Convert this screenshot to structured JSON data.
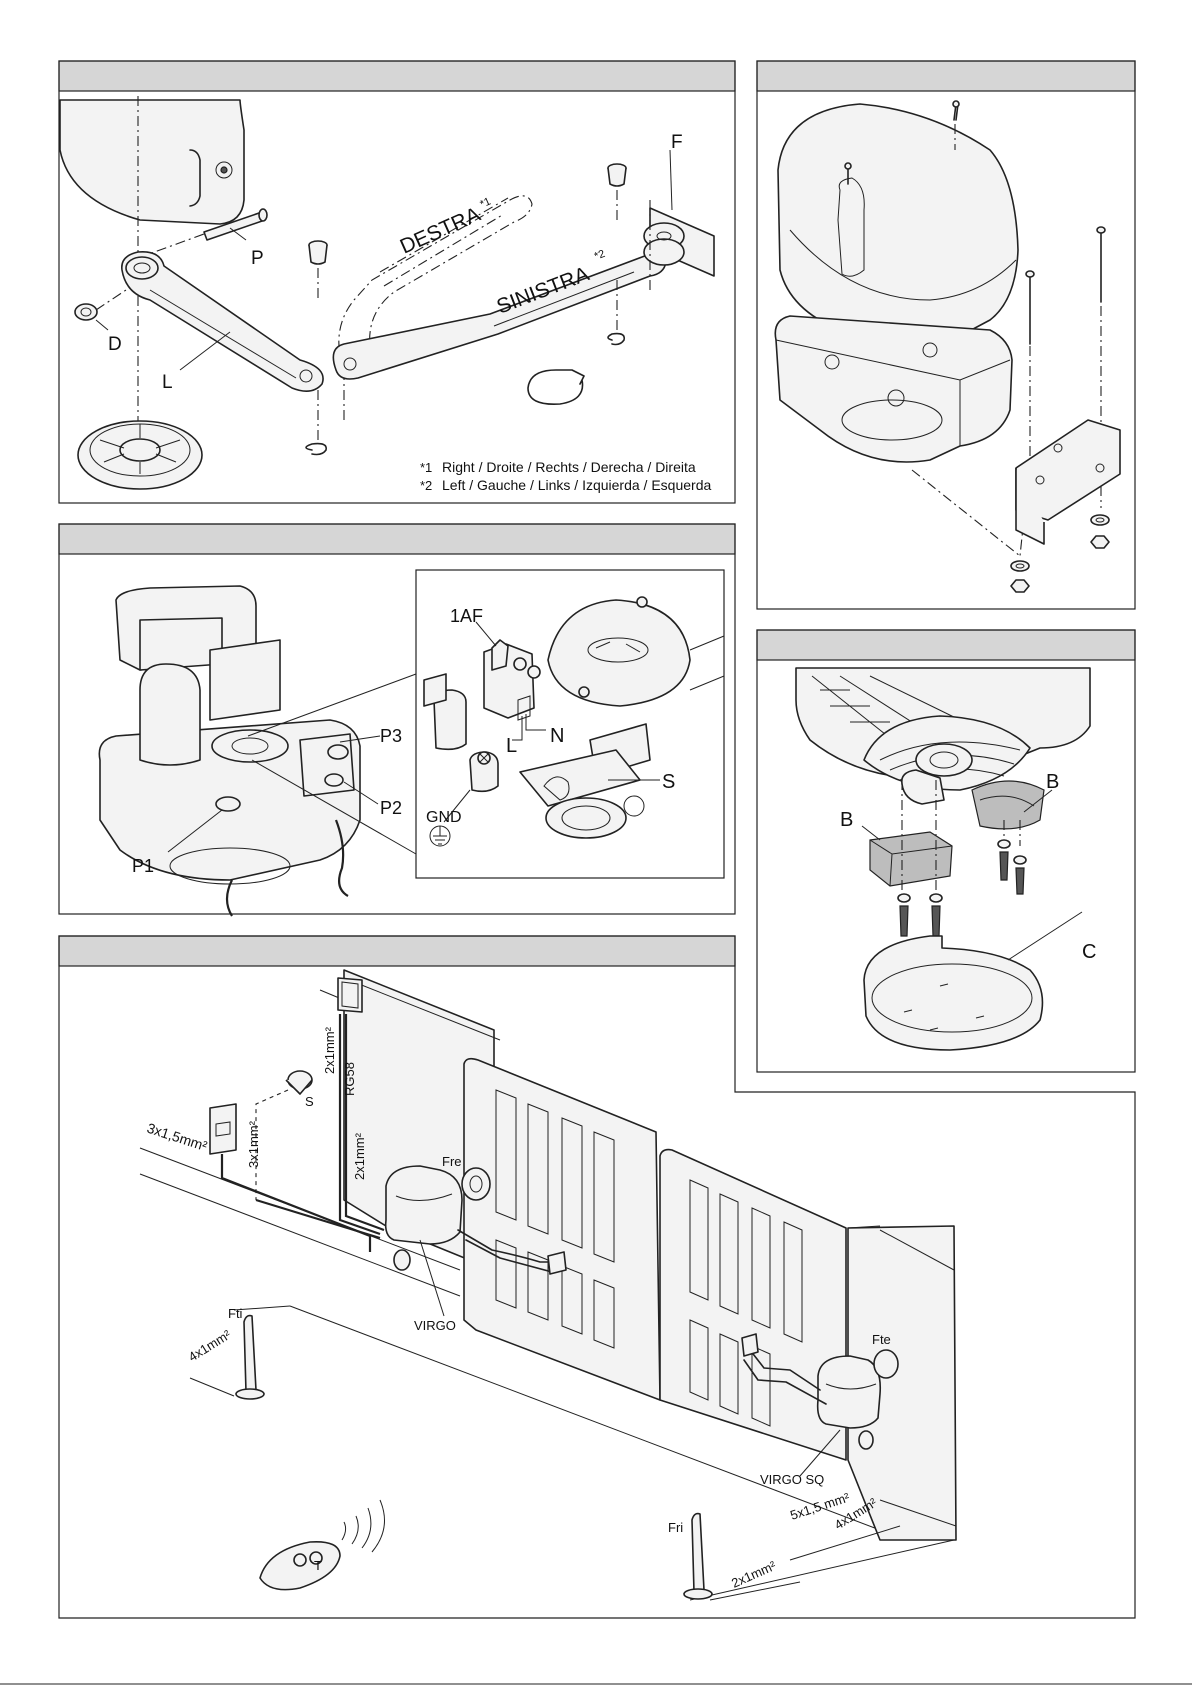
{
  "panel1": {
    "labels": {
      "P": "P",
      "F": "F",
      "D": "D",
      "L": "L",
      "destra": "DESTRA",
      "destra_mark": "*1",
      "sinistra": "SINISTRA",
      "sinistra_mark": "*2"
    },
    "legend": [
      {
        "mark": "*1",
        "text": "Right / Droite / Rechts / Derecha / Direita"
      },
      {
        "mark": "*2",
        "text": "Left / Gauche / Links / Izquierda / Esquerda"
      }
    ]
  },
  "panel3": {
    "labels": {
      "p1": "P1",
      "p2": "P2",
      "p3": "P3",
      "af": "1AF",
      "n": "N",
      "l": "L",
      "s": "S",
      "gnd": "GND"
    }
  },
  "panel4": {
    "labels": {
      "b1": "B",
      "b2": "B",
      "c": "C"
    }
  },
  "panel5": {
    "labels": {
      "s": "S",
      "rg58": "RG58",
      "cable_2x1_top": "2x1mm²",
      "cable_3x1_5": "3x1,5mm²",
      "cable_3x1": "3x1mm²",
      "cable_2x1_mid": "2x1mm²",
      "fre": "Fre",
      "virgo": "VIRGO",
      "fti": "Fti",
      "cable_4x1_left": "4x1mm²",
      "fte": "Fte",
      "virgo_sq": "VIRGO SQ",
      "cable_5x1_5": "5x1,5 mm²",
      "cable_4x1_right": "4x1mm²",
      "fri": "Fri",
      "cable_2x1_bottom": "2x1mm²",
      "t": "T"
    }
  },
  "colors": {
    "header_gray": "#d6d6d6",
    "line": "#222222",
    "paper": "#ffffff"
  }
}
